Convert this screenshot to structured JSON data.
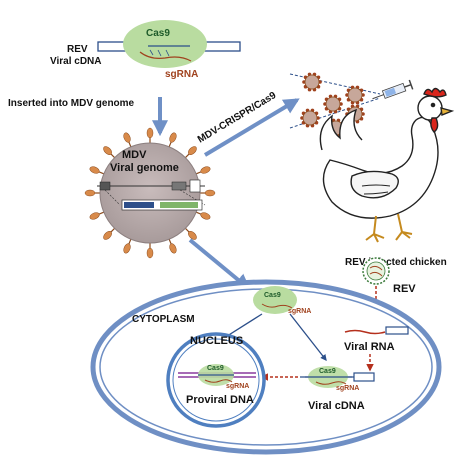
{
  "labels": {
    "rev_line1": "REV",
    "rev_line2": "Viral cDNA",
    "cas9_top": "Cas9",
    "sgrna_top": "sgRNA",
    "inserted": "Inserted into MDV genome",
    "mdv_line1": "MDV",
    "mdv_line2": "Viral genome",
    "crispr_arrow": "MDV-CRISPR/Cas9",
    "rev_infected_chicken": "REV infected chicken",
    "rev_virus": "REV",
    "cytoplasm": "CYTOPLASM",
    "nucleus": "NUCLEUS",
    "cas9_mid": "Cas9",
    "sgrna_mid": "sgRNA",
    "viral_rna": "Viral RNA",
    "cas9_nuc": "Cas9",
    "sgrna_nuc": "sgRNA",
    "proviral_dna": "Proviral DNA",
    "cas9_cdna": "Cas9",
    "sgrna_cdna": "sgRNA",
    "viral_cdna": "Viral cDNA"
  },
  "colors": {
    "cas9_fill": "#b9dca0",
    "cas9_text": "#1e5b2a",
    "sgrna_text": "#a0421e",
    "arrow_blue": "#6f90c6",
    "cell_outline": "#6f8fc4",
    "nucleus_outline": "#4f7fc0",
    "mdv_body": "#b5a8a8",
    "mdv_spike": "#d88a4a",
    "red_dashed": "#b5301d",
    "dna_purple": "#8a3a9e"
  },
  "icons": [
    "mdv-virion-icon",
    "rev-virion-icon",
    "chicken-icon",
    "syringe-icon",
    "virus-cluster-icon"
  ]
}
